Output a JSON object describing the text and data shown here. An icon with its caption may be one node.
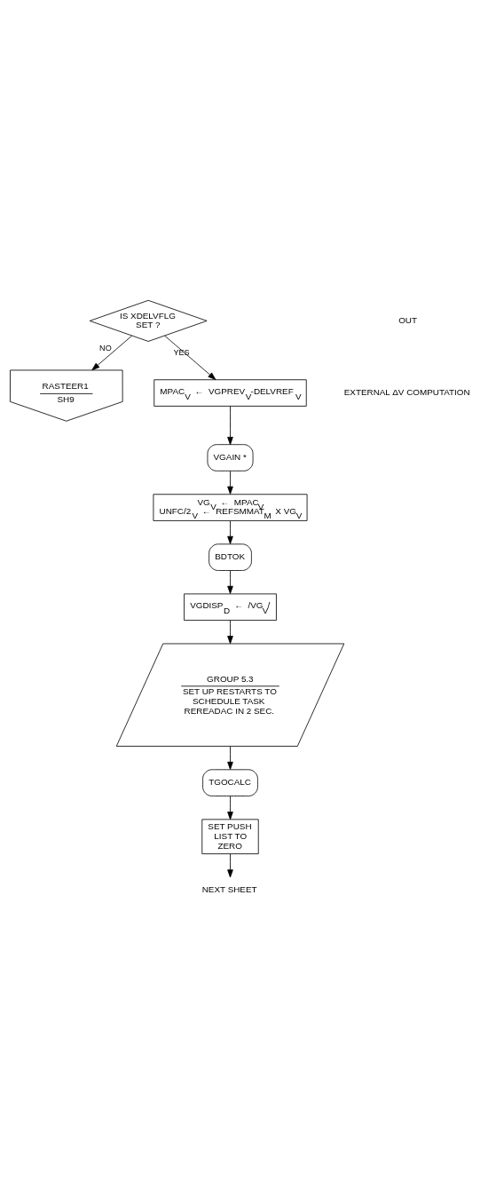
{
  "diagram": {
    "nodes": [
      {
        "text": [
          "IS XDELVFLG SET ?"
        ]
      },
      {
        "text": [
          "RASTEER1",
          "SH9"
        ]
      },
      {
        "text": [
          "MPAC$_{V}$ ← VGPREV$_{V}$-DELVREF$_{V}$"
        ]
      },
      {
        "text": [
          "VGAIN *"
        ]
      },
      {
        "text": [
          "VG$_{V}$ ← MPAC$_{V}$",
          "UNFC/2$_{V}$ ← REFSMMAT$_{M}$ X VG$_{V}$"
        ]
      },
      {
        "text": [
          "BDTOK"
        ]
      },
      {
        "text": [
          "VGDISP$_{D}$ ← /VG$_{V}$/"
        ]
      },
      {
        "text": [
          "GROUP 5.3",
          "SET UP RESTARTS TO SCHEDULE TASK REREADAC IN 2 SEC."
        ]
      },
      {
        "text": [
          "TGOCALC"
        ]
      },
      {
        "text": [
          "SET PUSH LIST TO ZERO"
        ]
      },
      {
        "text": [
          "NEXT SHEET"
        ]
      }
    ],
    "edges": [
      {
        "from": 0,
        "to": 1,
        "arrow": "to",
        "label": "NO"
      },
      {
        "from": 0,
        "to": 2,
        "arrow": "to",
        "label": "YES"
      },
      {
        "from": 2,
        "to": 3,
        "arrow": "to"
      },
      {
        "from": 3,
        "to": 4,
        "arrow": "to"
      },
      {
        "from": 4,
        "to": 5,
        "arrow": "to"
      },
      {
        "from": 5,
        "to": 6,
        "arrow": "to"
      },
      {
        "from": 6,
        "to": 7,
        "arrow": "to"
      },
      {
        "from": 7,
        "to": 8,
        "arrow": "to"
      },
      {
        "from": 8,
        "to": 9,
        "arrow": "to"
      },
      {
        "from": 9,
        "to": 10,
        "arrow": "to"
      }
    ],
    "labels": [
      "OUT",
      "EXTERNAL ΔV COMPUTATION"
    ]
  }
}
